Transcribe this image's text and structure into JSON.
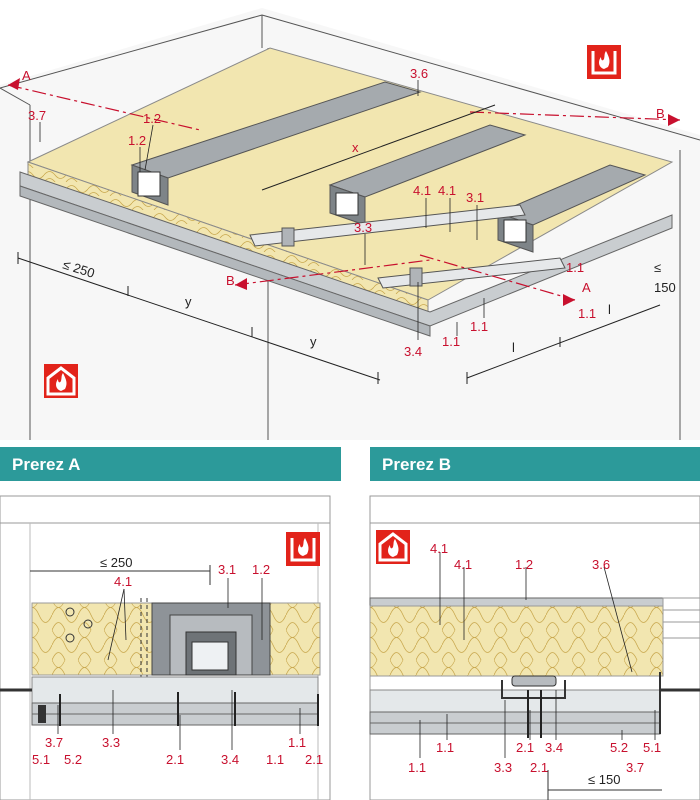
{
  "colors": {
    "insulation": "#f2e6b0",
    "insulation_line": "#c9a84e",
    "board": "#c9cdd0",
    "steel": "#8e9398",
    "label_red": "#c8102e",
    "header_teal": "#2c9a9a",
    "fire_red": "#e2231a"
  },
  "icons": [
    "fire-resistance-icon"
  ],
  "top": {
    "labels": {
      "l36": "3.6",
      "l37": "3.7",
      "l12a": "1.2",
      "l12b": "1.2",
      "x": "x",
      "l41a": "4.1",
      "l41b": "4.1",
      "l31": "3.1",
      "l33": "3.3",
      "l34": "3.4",
      "l11a": "1.1",
      "l11b": "1.1",
      "l11c": "1.1",
      "l1": "1.1"
    },
    "section_a": "A",
    "section_a2": "A",
    "section_b": "B",
    "section_b2": "B",
    "dim_250": "≤ 250",
    "dim_150": "≤",
    "dim_150b": "150",
    "y1": "y",
    "y2": "y",
    "l_1": "l",
    "l_2": "l"
  },
  "section_a": {
    "header": "Prerez A",
    "dim_250": "≤ 250",
    "labels": {
      "l31": "3.1",
      "l12": "1.2",
      "l41": "4.1",
      "l37": "3.7",
      "l33": "3.3",
      "l21a": "2.1",
      "l34": "3.4",
      "l11a": "1.1",
      "l11b": "1.1",
      "l21b": "2.1",
      "l51": "5.1",
      "l52": "5.2"
    }
  },
  "section_b": {
    "header": "Prerez B",
    "dim_150": "≤ 150",
    "labels": {
      "l41a": "4.1",
      "l41b": "4.1",
      "l12": "1.2",
      "l36": "3.6",
      "l11a": "1.1",
      "l11b": "1.1",
      "l21a": "2.1",
      "l34": "3.4",
      "l33": "3.3",
      "l21b": "2.1",
      "l52": "5.2",
      "l51": "5.1",
      "l37": "3.7"
    }
  }
}
